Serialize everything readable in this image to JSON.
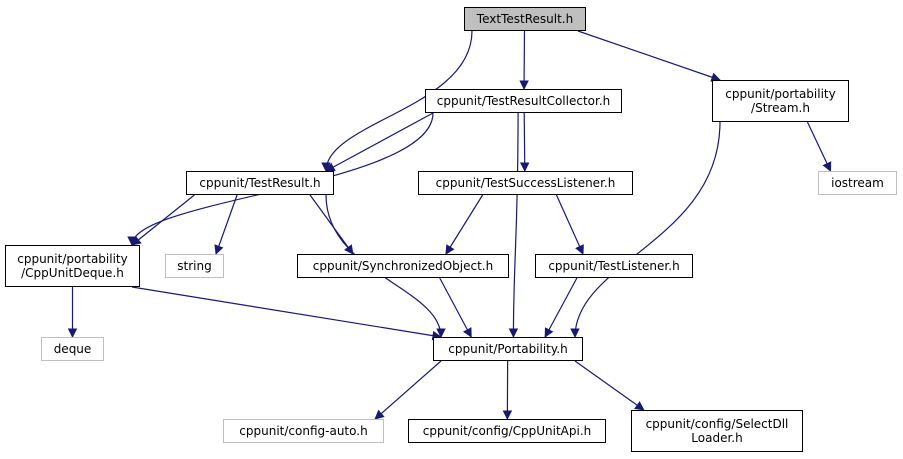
{
  "diagram": {
    "nodes": {
      "text_test_result": {
        "label": "TextTestResult.h",
        "style": "root"
      },
      "test_result_collector": {
        "label": "cppunit/TestResultCollector.h",
        "style": "normal"
      },
      "stream": {
        "label": "cppunit/portability\n/Stream.h",
        "style": "normal"
      },
      "test_result": {
        "label": "cppunit/TestResult.h",
        "style": "normal"
      },
      "test_success_listener": {
        "label": "cppunit/TestSuccessListener.h",
        "style": "normal"
      },
      "iostream": {
        "label": "iostream",
        "style": "external"
      },
      "cpp_unit_deque": {
        "label": "cppunit/portability\n/CppUnitDeque.h",
        "style": "normal"
      },
      "string": {
        "label": "string",
        "style": "external"
      },
      "synchronized_object": {
        "label": "cppunit/SynchronizedObject.h",
        "style": "normal"
      },
      "test_listener": {
        "label": "cppunit/TestListener.h",
        "style": "normal"
      },
      "deque": {
        "label": "deque",
        "style": "external"
      },
      "portability": {
        "label": "cppunit/Portability.h",
        "style": "normal"
      },
      "config_auto": {
        "label": "cppunit/config-auto.h",
        "style": "external"
      },
      "cpp_unit_api": {
        "label": "cppunit/config/CppUnitApi.h",
        "style": "normal"
      },
      "select_dll_loader": {
        "label": "cppunit/config/SelectDll\nLoader.h",
        "style": "normal"
      }
    },
    "edges": [
      [
        "text_test_result",
        "test_result_collector"
      ],
      [
        "text_test_result",
        "stream"
      ],
      [
        "text_test_result",
        "test_result"
      ],
      [
        "test_result_collector",
        "test_result"
      ],
      [
        "test_result_collector",
        "test_success_listener"
      ],
      [
        "test_result_collector",
        "cpp_unit_deque"
      ],
      [
        "test_result_collector",
        "portability"
      ],
      [
        "stream",
        "iostream"
      ],
      [
        "stream",
        "portability"
      ],
      [
        "test_result",
        "cpp_unit_deque"
      ],
      [
        "test_result",
        "string"
      ],
      [
        "test_result",
        "synchronized_object"
      ],
      [
        "test_result",
        "portability"
      ],
      [
        "test_success_listener",
        "synchronized_object"
      ],
      [
        "test_success_listener",
        "test_listener"
      ],
      [
        "cpp_unit_deque",
        "deque"
      ],
      [
        "cpp_unit_deque",
        "portability"
      ],
      [
        "synchronized_object",
        "portability"
      ],
      [
        "test_listener",
        "portability"
      ],
      [
        "portability",
        "config_auto"
      ],
      [
        "portability",
        "cpp_unit_api"
      ],
      [
        "portability",
        "select_dll_loader"
      ]
    ],
    "colors": {
      "edge": "#191970",
      "node_border": "#000000",
      "external_border": "#bfbfbf",
      "root_fill": "#bfbfbf",
      "external_text": "#000000"
    }
  }
}
